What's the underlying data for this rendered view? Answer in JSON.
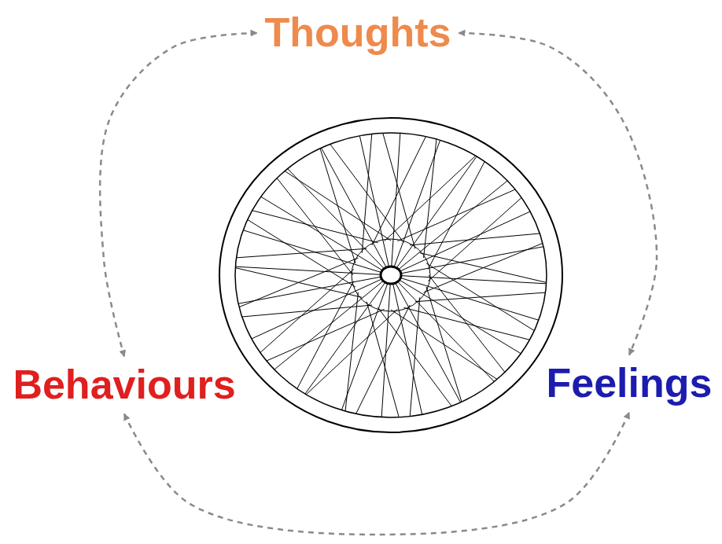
{
  "diagram": {
    "nodes": [
      {
        "text": [
          "Thoughts"
        ]
      },
      {
        "text": [
          "Behaviours"
        ]
      },
      {
        "text": [
          "Feelings"
        ]
      }
    ],
    "edges": [
      {
        "from": 0,
        "to": 2,
        "arrow": "both"
      },
      {
        "from": 0,
        "to": 1,
        "arrow": "both"
      },
      {
        "from": 1,
        "to": 2,
        "arrow": "both"
      }
    ]
  }
}
